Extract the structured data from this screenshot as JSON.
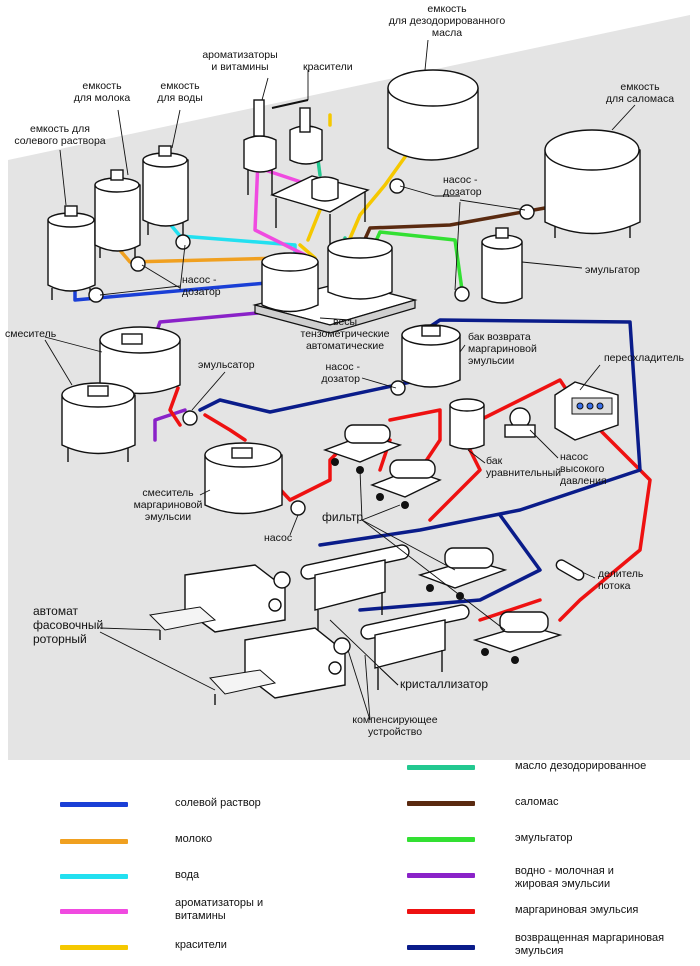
{
  "labels": {
    "deodorized_tank": [
      "емкость",
      "для дезодорированного",
      "масла"
    ],
    "flavors": [
      "ароматизаторы",
      "и витамины"
    ],
    "dyes": [
      "красители"
    ],
    "milk_tank": [
      "емкость",
      "для молока"
    ],
    "water_tank": [
      "емкость",
      "для воды"
    ],
    "brine_tank": [
      "емкость для",
      "солевого раствора"
    ],
    "salomas_tank": [
      "емкость",
      "для саломаса"
    ],
    "dosing_pump_right": [
      "насос -",
      "дозатор"
    ],
    "dosing_pump_left": [
      "насос -",
      "дозатор"
    ],
    "emulsifier_tank": [
      "эмульгатор"
    ],
    "scales": [
      "весы",
      "тензометрические",
      "автоматические"
    ],
    "mixer": [
      "смеситель"
    ],
    "emulsator": [
      "эмульсатор"
    ],
    "dosing_pump_mid": [
      "насос -",
      "дозатор"
    ],
    "return_tank": [
      "бак возврата",
      "маргариновой",
      "эмульсии"
    ],
    "supercooler": [
      "переохладитель"
    ],
    "balance_tank": [
      "бак",
      "уравнительный"
    ],
    "hp_pump": [
      "насос",
      "высокого",
      "давления"
    ],
    "margarine_mixer": [
      "смеситель",
      "маргариновой",
      "эмульсии"
    ],
    "pump": [
      "насос"
    ],
    "filter": [
      "фильтр"
    ],
    "flow_divider": [
      "делитель",
      "потока"
    ],
    "packing_machine": [
      "автомат",
      "фасовочный",
      "роторный"
    ],
    "crystallizer": [
      "кристаллизатор"
    ],
    "compensator": [
      "компенсирующее",
      "устройство"
    ]
  },
  "legend": {
    "left": [
      {
        "text": [
          "солевой раствор"
        ],
        "color": "#1a3fd6"
      },
      {
        "text": [
          "молоко"
        ],
        "color": "#f0a020"
      },
      {
        "text": [
          "вода"
        ],
        "color": "#22e0f0"
      },
      {
        "text": [
          "ароматизаторы и",
          "витамины"
        ],
        "color": "#f04ae0"
      },
      {
        "text": [
          "красители"
        ],
        "color": "#f5c800"
      }
    ],
    "right": [
      {
        "text": [
          "масло дезодорированное"
        ],
        "color": "#22c890"
      },
      {
        "text": [
          "саломас"
        ],
        "color": "#5a2a10"
      },
      {
        "text": [
          "эмульгатор"
        ],
        "color": "#33e033"
      },
      {
        "text": [
          "водно - молочная и",
          "жировая эмульсии"
        ],
        "color": "#8a22c8"
      },
      {
        "text": [
          "маргариновая эмульсия"
        ],
        "color": "#ee1111"
      },
      {
        "text": [
          "возвращенная маргариновая",
          "эмульсия"
        ],
        "color": "#0a1c8a"
      }
    ]
  },
  "colors": {
    "brine": "#1a3fd6",
    "milk": "#f0a020",
    "water": "#22e0f0",
    "flavors": "#f04ae0",
    "dyes": "#f5c800",
    "oil": "#22c890",
    "salomas": "#5a2a10",
    "emulsifier": "#33e033",
    "emulsion": "#8a22c8",
    "margarine": "#ee1111",
    "returned": "#0a1c8a",
    "background": "#e4e4e4"
  }
}
